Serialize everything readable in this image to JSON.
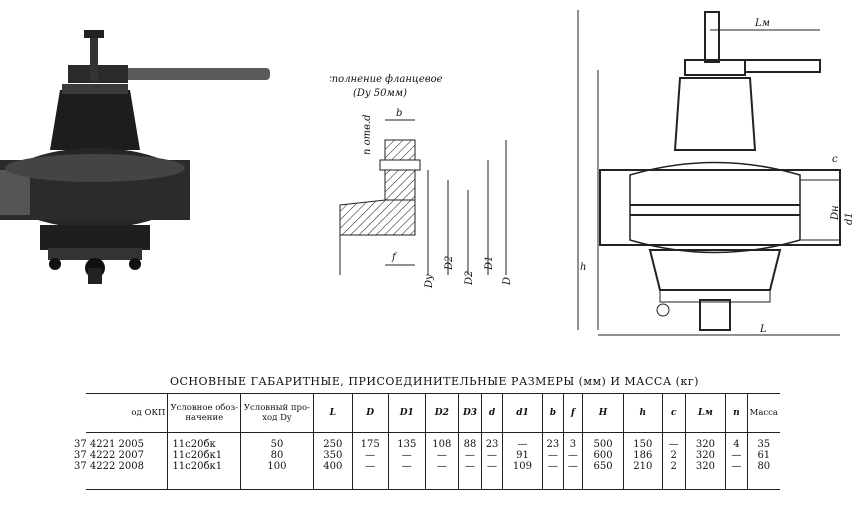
{
  "flange_caption": {
    "line1": "Исполнение фланцевое",
    "line2": "(Dy 50мм)"
  },
  "flange_dims": {
    "b": "b",
    "n_otv_d": "n отв.d",
    "f": "f",
    "Dy": "Dy",
    "D2": "D2",
    "D1": "D1",
    "D": "D"
  },
  "valve_dims": {
    "Lm": "Lм",
    "h": "h",
    "L": "L",
    "c": "c",
    "D_nar": "Dн",
    "d1": "d1"
  },
  "table": {
    "title": "ОСНОВНЫЕ ГАБАРИТНЫЕ, ПРИСОЕДИНИТЕЛЬНЫЕ РАЗМЕРЫ (мм) И МАССА (кг)",
    "headers": [
      "од ОКП",
      "Условное обоз-начение",
      "Условный про-ход Dy",
      "L",
      "D",
      "D1",
      "D2",
      "D3",
      "d",
      "d1",
      "b",
      "f",
      "H",
      "h",
      "c",
      "Lм",
      "n",
      "Масса"
    ],
    "columns": {
      "okp": [
        "37 4221 2005",
        "37 4222 2007",
        "37 4222 2008"
      ],
      "designation": [
        "11с20бк",
        "11с20бк1",
        "11с20бк1"
      ],
      "dy": [
        "50",
        "80",
        "100"
      ],
      "L": [
        "250",
        "350",
        "400"
      ],
      "D": [
        "175",
        "—",
        "—"
      ],
      "D1": [
        "135",
        "—",
        "—"
      ],
      "D2": [
        "108",
        "—",
        "—"
      ],
      "D3": [
        "88",
        "—",
        "—"
      ],
      "d": [
        "23",
        "—",
        "—"
      ],
      "d1": [
        "—",
        "91",
        "109"
      ],
      "b": [
        "23",
        "—",
        "—"
      ],
      "f": [
        "3",
        "—",
        "—"
      ],
      "H": [
        "500",
        "600",
        "650"
      ],
      "h": [
        "150",
        "186",
        "210"
      ],
      "c": [
        "—",
        "2",
        "2"
      ],
      "Lm": [
        "320",
        "320",
        "320"
      ],
      "n": [
        "4",
        "—",
        "—"
      ],
      "mass": [
        "35",
        "61",
        "80"
      ]
    }
  }
}
